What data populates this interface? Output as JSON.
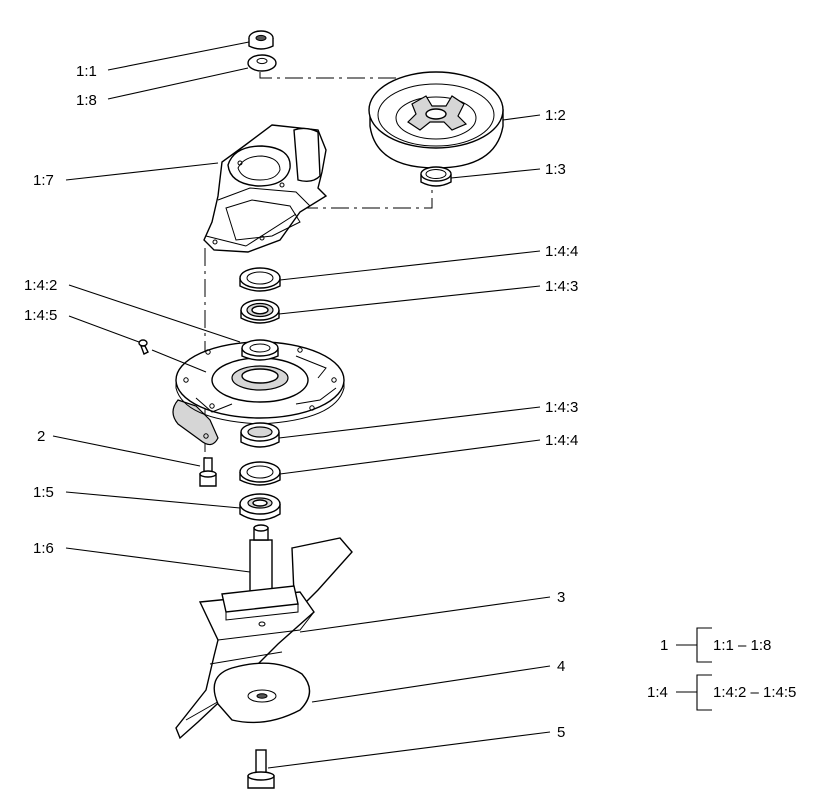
{
  "callouts": {
    "c_1_1": "1:1",
    "c_1_8": "1:8",
    "c_1_2": "1:2",
    "c_1_3": "1:3",
    "c_1_7": "1:7",
    "c_1_4_4_top": "1:4:4",
    "c_1_4_3_top": "1:4:3",
    "c_1_4_2": "1:4:2",
    "c_1_4_5": "1:4:5",
    "c_1_4_3_bottom": "1:4:3",
    "c_1_4_4_bottom": "1:4:4",
    "c_2": "2",
    "c_1_5": "1:5",
    "c_1_6": "1:6",
    "c_3": "3",
    "c_4": "4",
    "c_5": "5"
  },
  "legend": {
    "group_1_label": "1",
    "group_1_range": "1:1 – 1:8",
    "group_1_4_label": "1:4",
    "group_1_4_range": "1:4:2 – 1:4:5"
  }
}
